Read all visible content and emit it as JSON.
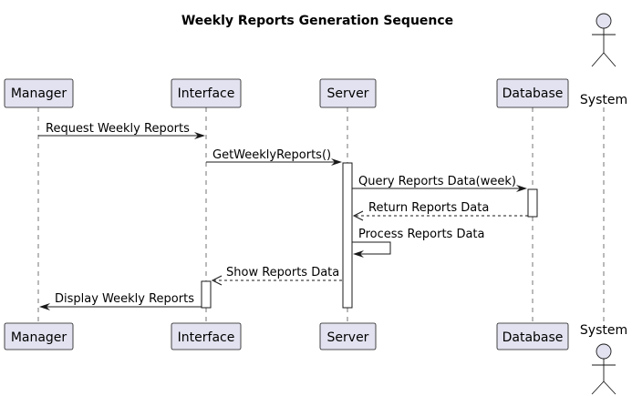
{
  "diagram": {
    "title": "Weekly Reports Generation Sequence",
    "participants": [
      {
        "id": "manager",
        "label": "Manager",
        "kind": "participant"
      },
      {
        "id": "interface",
        "label": "Interface",
        "kind": "participant"
      },
      {
        "id": "server",
        "label": "Server",
        "kind": "participant"
      },
      {
        "id": "database",
        "label": "Database",
        "kind": "participant"
      },
      {
        "id": "system",
        "label": "System",
        "kind": "actor"
      }
    ],
    "messages": [
      {
        "from": "manager",
        "to": "interface",
        "label": "Request Weekly Reports",
        "style": "solid"
      },
      {
        "from": "interface",
        "to": "server",
        "label": "GetWeeklyReports()",
        "style": "solid"
      },
      {
        "from": "server",
        "to": "database",
        "label": "Query Reports Data(week)",
        "style": "solid"
      },
      {
        "from": "database",
        "to": "server",
        "label": "Return Reports Data",
        "style": "dashed"
      },
      {
        "from": "server",
        "to": "server",
        "label": "Process Reports Data",
        "style": "self"
      },
      {
        "from": "server",
        "to": "interface",
        "label": "Show Reports Data",
        "style": "dashed"
      },
      {
        "from": "interface",
        "to": "manager",
        "label": "Display Weekly Reports",
        "style": "solid"
      }
    ]
  }
}
